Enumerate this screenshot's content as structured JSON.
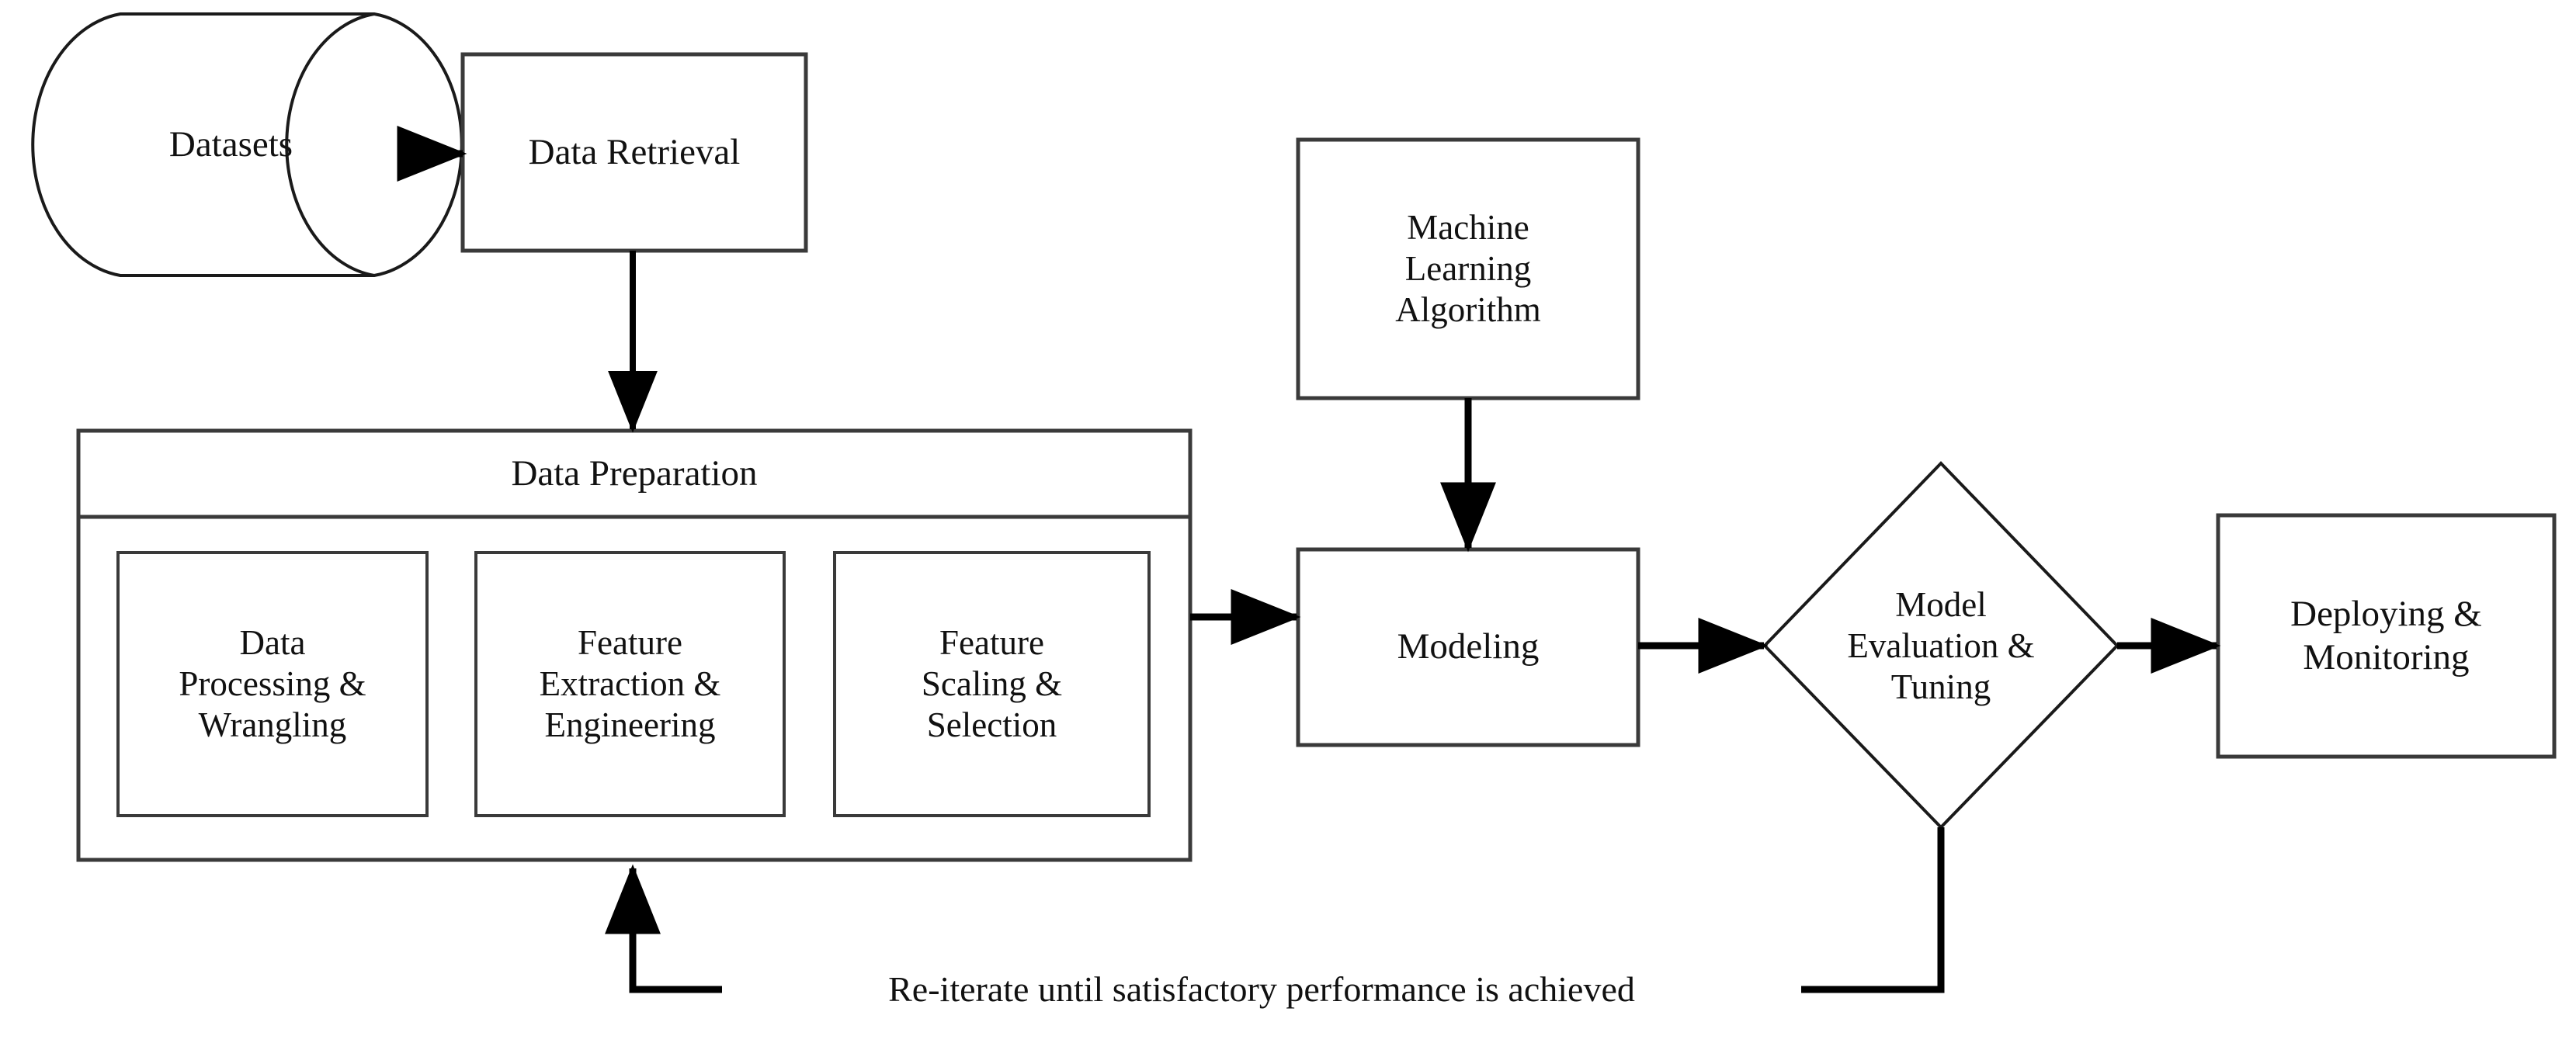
{
  "diagram": {
    "title": "Machine Learning Pipeline Flowchart",
    "background_color": "#ffffff",
    "stroke_color": "#1a1a1a",
    "text_color": "#111111"
  },
  "nodes": {
    "datasets": {
      "label": "Datasets",
      "shape": "cylinder"
    },
    "data_retrieval": {
      "label": "Data Retrieval",
      "shape": "rectangle"
    },
    "data_preparation": {
      "label": "Data Preparation",
      "shape": "container"
    },
    "sub_steps": [
      {
        "label": "Data\nProcessing &\nWrangling",
        "shape": "rectangle"
      },
      {
        "label": "Feature\nExtraction &\nEngineering",
        "shape": "rectangle"
      },
      {
        "label": "Feature\nScaling &\nSelection",
        "shape": "rectangle"
      }
    ],
    "ml_algorithm": {
      "label": "Machine\nLearning\nAlgorithm",
      "shape": "rectangle"
    },
    "modeling": {
      "label": "Modeling",
      "shape": "rectangle"
    },
    "model_evaluation": {
      "label": "Model\nEvaluation &\nTuning",
      "shape": "diamond"
    },
    "deploying": {
      "label": "Deploying &\nMonitoring",
      "shape": "rectangle"
    }
  },
  "edges": {
    "datasets_to_retrieval": {
      "from": "datasets",
      "to": "data_retrieval",
      "label": ""
    },
    "retrieval_to_preparation": {
      "from": "data_retrieval",
      "to": "data_preparation",
      "label": ""
    },
    "preparation_to_modeling": {
      "from": "data_preparation",
      "to": "modeling",
      "label": ""
    },
    "algorithm_to_modeling": {
      "from": "ml_algorithm",
      "to": "modeling",
      "label": ""
    },
    "modeling_to_evaluation": {
      "from": "modeling",
      "to": "model_evaluation",
      "label": ""
    },
    "evaluation_to_deploying": {
      "from": "model_evaluation",
      "to": "deploying",
      "label": ""
    },
    "feedback_loop": {
      "from": "model_evaluation",
      "to": "data_preparation",
      "label": "Re-iterate until satisfactory performance is achieved"
    }
  }
}
